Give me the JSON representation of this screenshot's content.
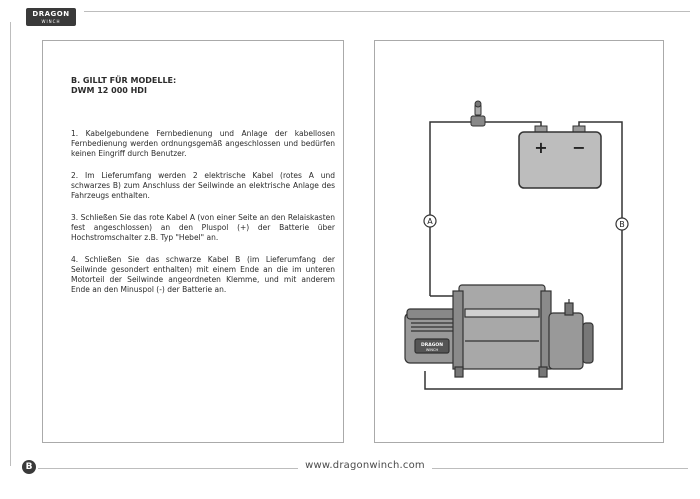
{
  "brand": {
    "line1": "DRAGON",
    "line2": "WINCH"
  },
  "left_panel": {
    "heading_line1": "B. GILLT FÜR MODELLE:",
    "heading_line2": "DWM 12 000 HDI",
    "paragraphs": [
      "1. Kabelgebundene Fernbedienung und Anlage der kabellosen Fernbedienung werden ordnungsgemäß angeschlossen und bedürfen keinen Eingriff durch Benutzer.",
      "2. Im Lieferumfang werden 2 elektrische Kabel (rotes A und schwarzes B) zum Anschluss der Seilwinde an elektrische Anlage des Fahrzeugs enthalten.",
      "3. Schließen Sie das rote Kabel A (von einer Seite an den Relaiskasten fest angeschlossen) an den Pluspol (+) der Batterie über Hochstromschalter z.B. Typ \"Hebel\" an.",
      "4. Schließen Sie das schwarze Kabel B (im Lieferumfang der Seilwinde gesondert enthalten) mit einem Ende an die im unteren Motorteil der Seilwinde angeordneten Klemme, und mit anderem Ende an den Minuspol (-) der Batterie an."
    ]
  },
  "diagram": {
    "cable_a_label": "A",
    "cable_b_label": "B",
    "battery_plus": "+",
    "battery_minus": "−",
    "winch_badge_line1": "DRAGON",
    "winch_badge_line2": "WINCH"
  },
  "footer": {
    "url": "www.dragonwinch.com",
    "page": "B"
  }
}
